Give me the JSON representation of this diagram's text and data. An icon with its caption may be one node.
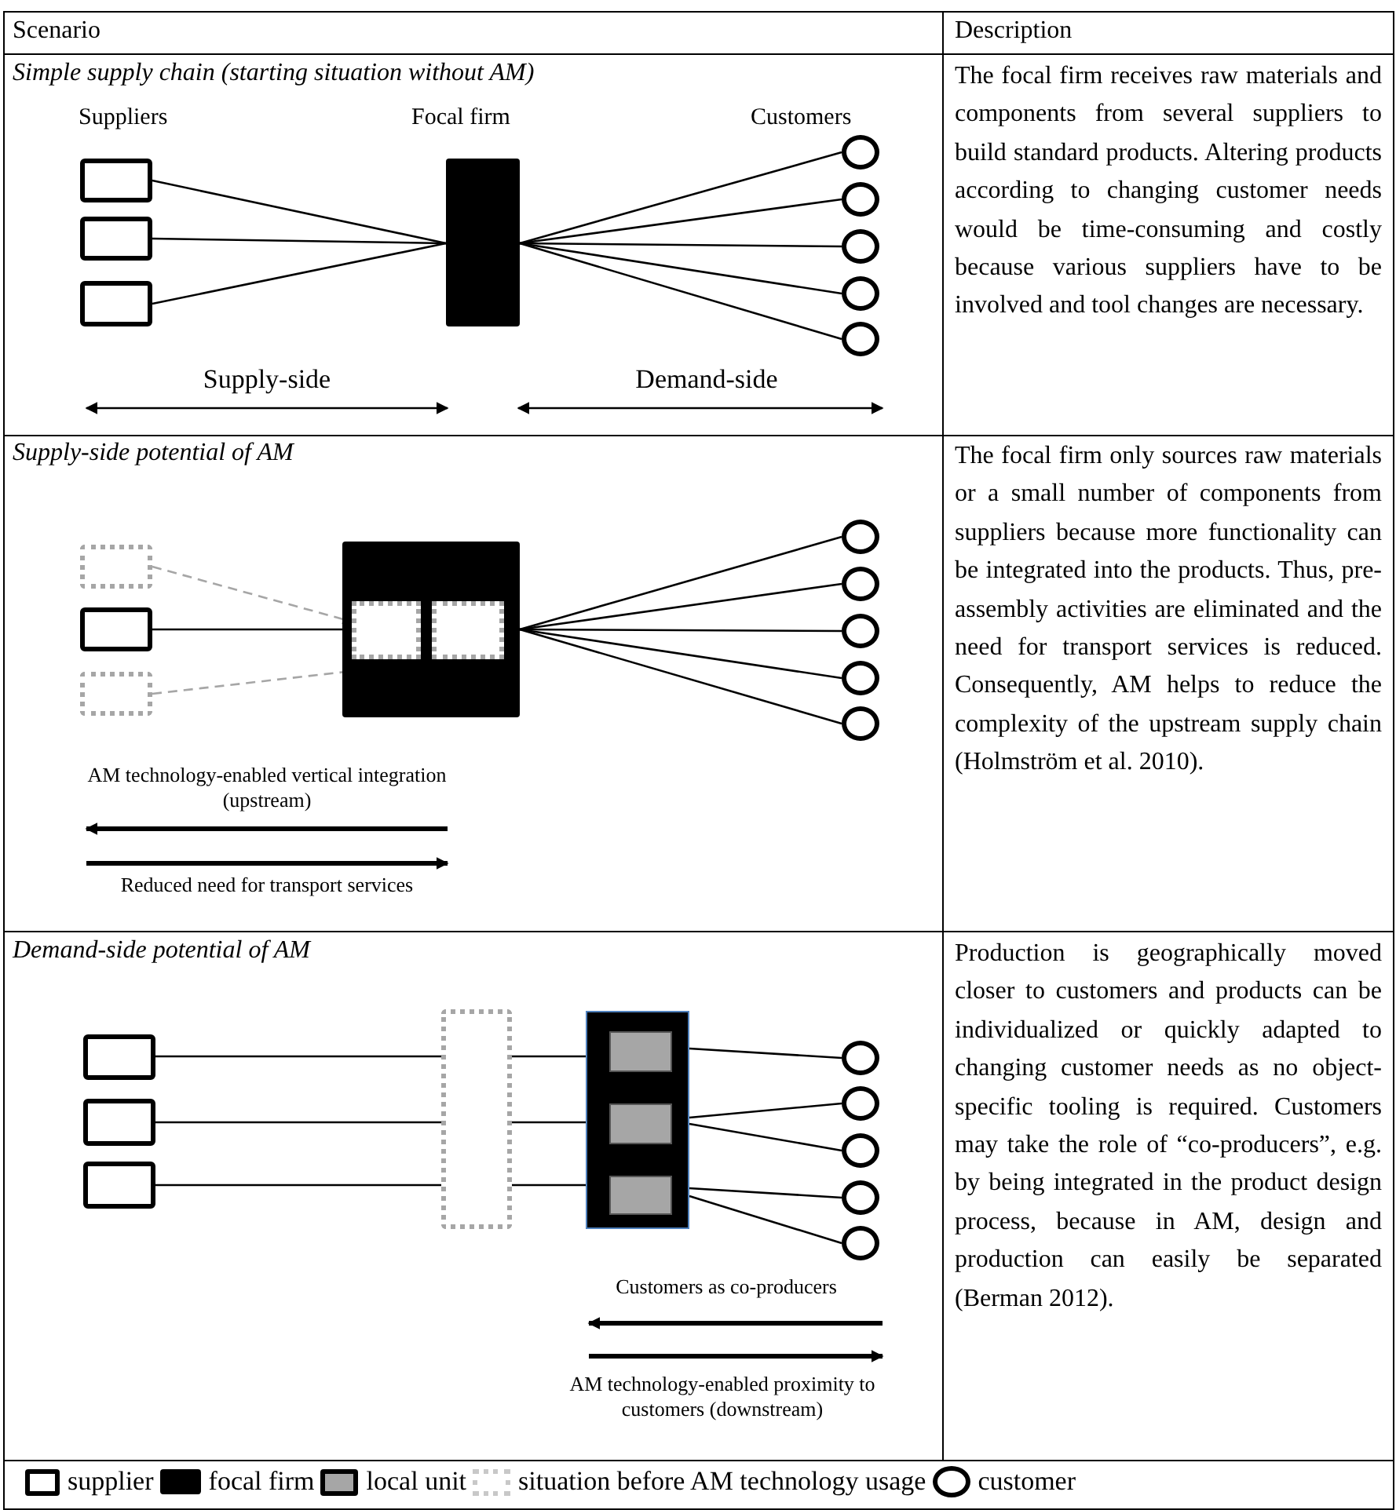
{
  "diagram": {
    "nodes": [
      {
        "text": [],
        "shape": "box"
      },
      {
        "text": [],
        "shape": "box"
      },
      {
        "text": [],
        "shape": "box"
      },
      {
        "text": [],
        "shape": "box"
      },
      {
        "text": [],
        "shape": "circle"
      },
      {
        "text": [],
        "shape": "circle"
      },
      {
        "text": [],
        "shape": "circle"
      },
      {
        "text": [],
        "shape": "circle"
      },
      {
        "text": [],
        "shape": "circle"
      },
      {
        "text": [],
        "shape": "box"
      },
      {
        "text": [],
        "shape": "box"
      },
      {
        "text": [],
        "shape": "box"
      },
      {
        "text": [],
        "shape": "box"
      },
      {
        "text": [],
        "shape": "box",
        "in": 12
      },
      {
        "text": [],
        "shape": "box",
        "in": 12
      },
      {
        "text": [],
        "shape": "circle"
      },
      {
        "text": [],
        "shape": "circle"
      },
      {
        "text": [],
        "shape": "circle"
      },
      {
        "text": [],
        "shape": "circle"
      },
      {
        "text": [],
        "shape": "circle"
      },
      {
        "text": [],
        "shape": "box"
      },
      {
        "text": [],
        "shape": "box"
      },
      {
        "text": [],
        "shape": "box"
      },
      {
        "text": [],
        "shape": "box"
      },
      {
        "text": [],
        "shape": "box"
      },
      {
        "text": [],
        "shape": "box",
        "in": 24
      },
      {
        "text": [],
        "shape": "box",
        "in": 24
      },
      {
        "text": [],
        "shape": "box",
        "in": 24
      },
      {
        "text": [],
        "shape": "circle"
      },
      {
        "text": [],
        "shape": "circle"
      },
      {
        "text": [],
        "shape": "circle"
      },
      {
        "text": [],
        "shape": "circle"
      },
      {
        "text": [],
        "shape": "circle"
      }
    ],
    "edges": [
      {
        "from": 0,
        "to": 3,
        "arrow": "none"
      },
      {
        "from": 1,
        "to": 3,
        "arrow": "none"
      },
      {
        "from": 2,
        "to": 3,
        "arrow": "none"
      },
      {
        "from": 3,
        "to": 4,
        "arrow": "none"
      },
      {
        "from": 3,
        "to": 5,
        "arrow": "none"
      },
      {
        "from": 3,
        "to": 6,
        "arrow": "none"
      },
      {
        "from": 3,
        "to": 7,
        "arrow": "none"
      },
      {
        "from": 3,
        "to": 8,
        "arrow": "none"
      },
      {
        "from": 9,
        "to": 13,
        "arrow": "to",
        "style": "dashed",
        "color": "#a6a6a6"
      },
      {
        "from": 10,
        "to": 12,
        "arrow": "none"
      },
      {
        "from": 11,
        "to": 14,
        "arrow": "to",
        "style": "dashed",
        "color": "#a6a6a6"
      },
      {
        "from": 12,
        "to": 15,
        "arrow": "none"
      },
      {
        "from": 12,
        "to": 16,
        "arrow": "none"
      },
      {
        "from": 12,
        "to": 17,
        "arrow": "none"
      },
      {
        "from": 12,
        "to": 18,
        "arrow": "none"
      },
      {
        "from": 12,
        "to": 19,
        "arrow": "none"
      },
      {
        "from": 20,
        "to": 23,
        "arrow": "none"
      },
      {
        "from": 21,
        "to": 23,
        "arrow": "none"
      },
      {
        "from": 22,
        "to": 23,
        "arrow": "none"
      },
      {
        "from": 23,
        "to": 24,
        "arrow": "none"
      },
      {
        "from": 23,
        "to": 24,
        "arrow": "none"
      },
      {
        "from": 23,
        "to": 24,
        "arrow": "none"
      },
      {
        "from": 24,
        "to": 28,
        "arrow": "none"
      },
      {
        "from": 24,
        "to": 29,
        "arrow": "none"
      },
      {
        "from": 24,
        "to": 30,
        "arrow": "none"
      },
      {
        "from": 24,
        "to": 31,
        "arrow": "none"
      },
      {
        "from": 24,
        "to": 32,
        "arrow": "none"
      }
    ],
    "labels": [
      "Scenario",
      "Description",
      "Simple supply chain (starting situation without AM)",
      "Suppliers",
      "Focal firm",
      "Customers",
      "Supply-side",
      "Demand-side",
      "The focal firm receives raw materials and components from several suppliers to build standard products. Altering products according to changing customer needs would be time-consuming and costly because various suppliers have to be involved and tool changes are necessary.",
      "Supply-side potential of AM",
      "AM technology-enabled vertical integration (upstream)",
      "Reduced need for transport services",
      "The focal firm only sources raw materials or a small number of components from suppliers because more functionality can be integrated into the products. Thus, pre-assembly activities are eliminated and the need for transport services is reduced. Consequently, AM helps to reduce the complexity of the upstream supply chain (Holmström et al. 2010).",
      "Demand-side potential of AM",
      "Customers as co-producers",
      "AM technology-enabled proximity to customers (downstream)",
      "Production is geographically moved closer to customers and products can be individualized or quickly adapted to changing customer needs as no object-specific tooling is required. Customers may take the role of “co-producers”, e.g. by being integrated in the product design process, because in AM, design and production can easily be separated (Berman 2012)."
    ],
    "legend": [
      {
        "text": "supplier"
      },
      {
        "text": "focal firm"
      },
      {
        "text": "local unit"
      },
      {
        "text": "situation before AM technology usage"
      },
      {
        "text": "customer"
      }
    ]
  }
}
